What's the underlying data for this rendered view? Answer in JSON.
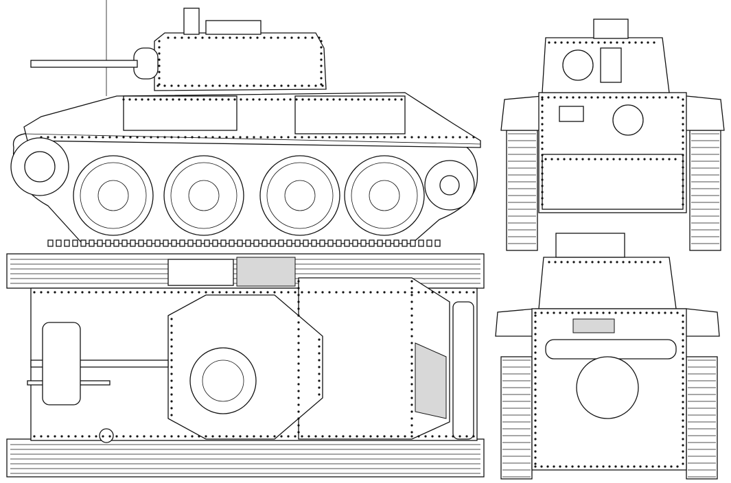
{
  "drawing": {
    "views": [
      "side",
      "top",
      "front",
      "rear"
    ],
    "colors": {
      "line": "#111111",
      "background": "#ffffff",
      "shade": "#d8d8d8"
    }
  }
}
